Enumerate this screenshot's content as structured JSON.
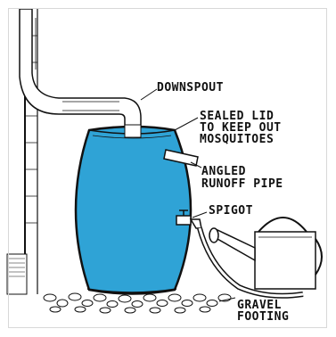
{
  "colors": {
    "water": "#2fa3d6",
    "ink": "#111111",
    "background": "#ffffff"
  },
  "labels": {
    "downspout": "DOWNSPOUT",
    "lid_line1": "SEALED LID",
    "lid_line2": "TO KEEP OUT",
    "lid_line3": "MOSQUITOES",
    "runoff_line1": "ANGLED",
    "runoff_line2": "RUNOFF PIPE",
    "spigot": "SPIGOT",
    "gravel_line1": "GRAVEL",
    "gravel_line2": "FOOTING"
  },
  "icons": [
    "downspout-pipe",
    "rain-barrel",
    "runoff-pipe",
    "spigot-valve",
    "watering-can",
    "garden-hose",
    "gravel-stones",
    "house-wall"
  ]
}
